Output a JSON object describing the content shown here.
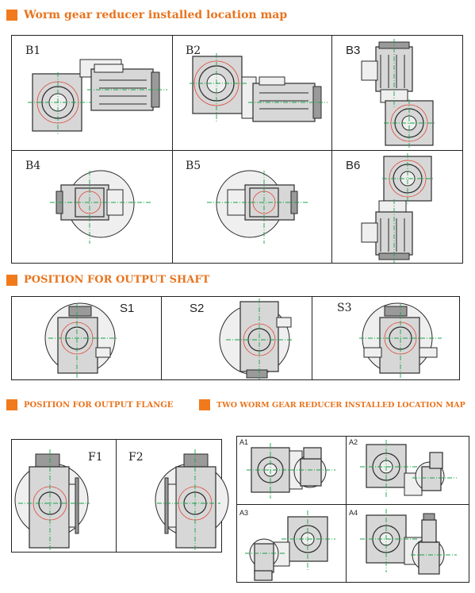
{
  "sections": {
    "installed_location": "Worm gear reducer installed location map",
    "output_shaft": "POSITION FOR OUTPUT SHAFT",
    "output_flange": "POSITION FOR OUTPUT FLANGE",
    "two_reducer": "TWO WORM GEAR REDUCER INSTALLED LOCATION MAP"
  },
  "mounting": [
    "B1",
    "B2",
    "B3",
    "B4",
    "B5",
    "B6"
  ],
  "shaft": [
    "S1",
    "S2",
    "S3"
  ],
  "flange": [
    "F1",
    "F2"
  ],
  "double": [
    "A1",
    "A2",
    "A3",
    "A4"
  ],
  "colors": {
    "accent": "#f07a1c",
    "centerline": "#19a34a",
    "outline": "#2a2a2a"
  }
}
